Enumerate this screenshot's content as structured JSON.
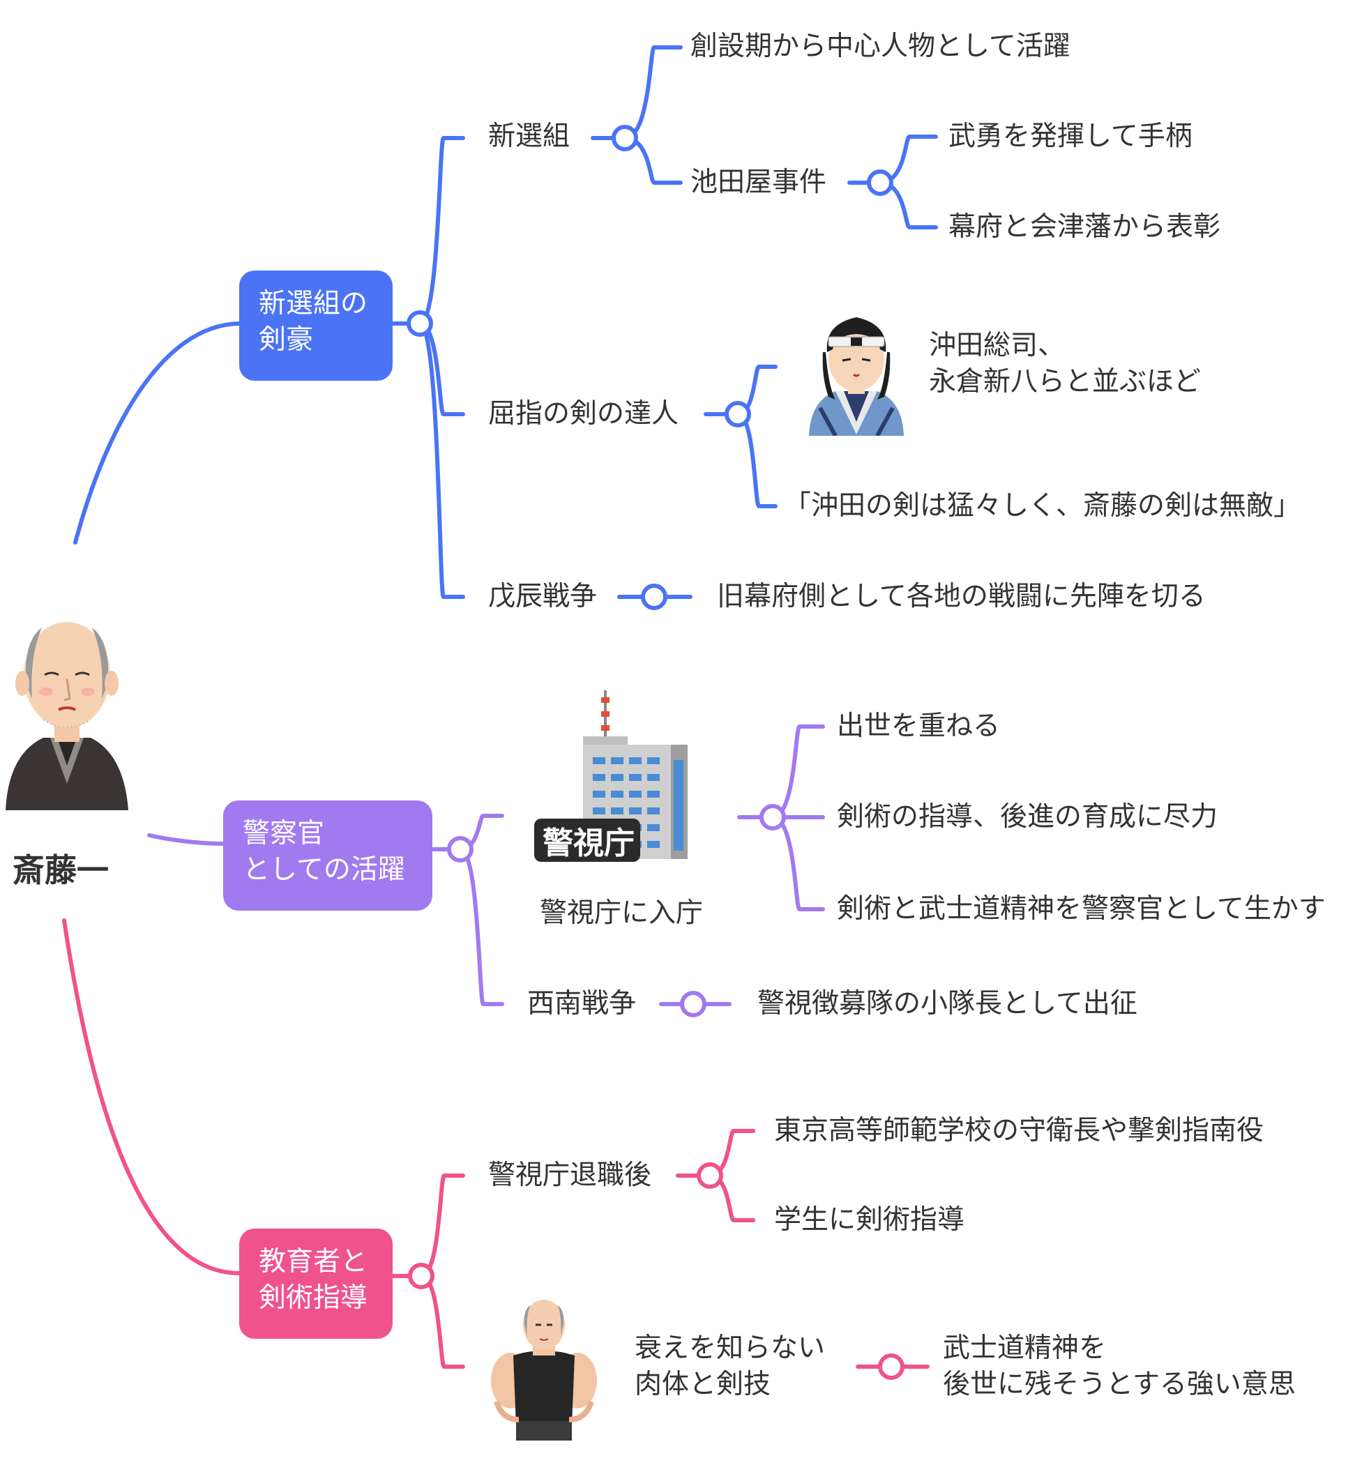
{
  "colors": {
    "blue": "#4a74f5",
    "purple": "#a17af0",
    "pink": "#f0528c",
    "text": "#333333"
  },
  "root": {
    "label": "斎藤一",
    "icon": "saito-portrait-icon"
  },
  "branches": [
    {
      "label": "新選組の\n剣豪",
      "color": "blue",
      "children": [
        {
          "label": "新選組",
          "children": [
            {
              "label": "創設期から中心人物として活躍"
            },
            {
              "label": "池田屋事件",
              "children": [
                {
                  "label": "武勇を発揮して手柄"
                },
                {
                  "label": "幕府と会津藩から表彰"
                }
              ]
            }
          ]
        },
        {
          "label": "屈指の剣の達人",
          "children": [
            {
              "label": "沖田総司、\n永倉新八らと並ぶほど",
              "icon": "okita-samurai-icon"
            },
            {
              "label": "「沖田の剣は猛々しく、斎藤の剣は無敵」"
            }
          ]
        },
        {
          "label": "戊辰戦争",
          "children": [
            {
              "label": "旧幕府側として各地の戦闘に先陣を切る"
            }
          ]
        }
      ]
    },
    {
      "label": "警察官\nとしての活躍",
      "color": "purple",
      "children": [
        {
          "label": "警視庁に入庁",
          "icon": "police-hq-building-icon",
          "sign": "警視庁",
          "children": [
            {
              "label": "出世を重ねる"
            },
            {
              "label": "剣術の指導、後進の育成に尽力"
            },
            {
              "label": "剣術と武士道精神を警察官として生かす"
            }
          ]
        },
        {
          "label": "西南戦争",
          "children": [
            {
              "label": "警視徴募隊の小隊長として出征"
            }
          ]
        }
      ]
    },
    {
      "label": "教育者と\n剣術指導",
      "color": "pink",
      "children": [
        {
          "label": "警視庁退職後",
          "children": [
            {
              "label": "東京高等師範学校の守衛長や撃剣指南役"
            },
            {
              "label": "学生に剣術指導"
            }
          ]
        },
        {
          "label": "衰えを知らない\n肉体と剣技",
          "icon": "muscular-old-man-icon",
          "children": [
            {
              "label": "武士道精神を\n後世に残そうとする強い意思"
            }
          ]
        }
      ]
    }
  ]
}
